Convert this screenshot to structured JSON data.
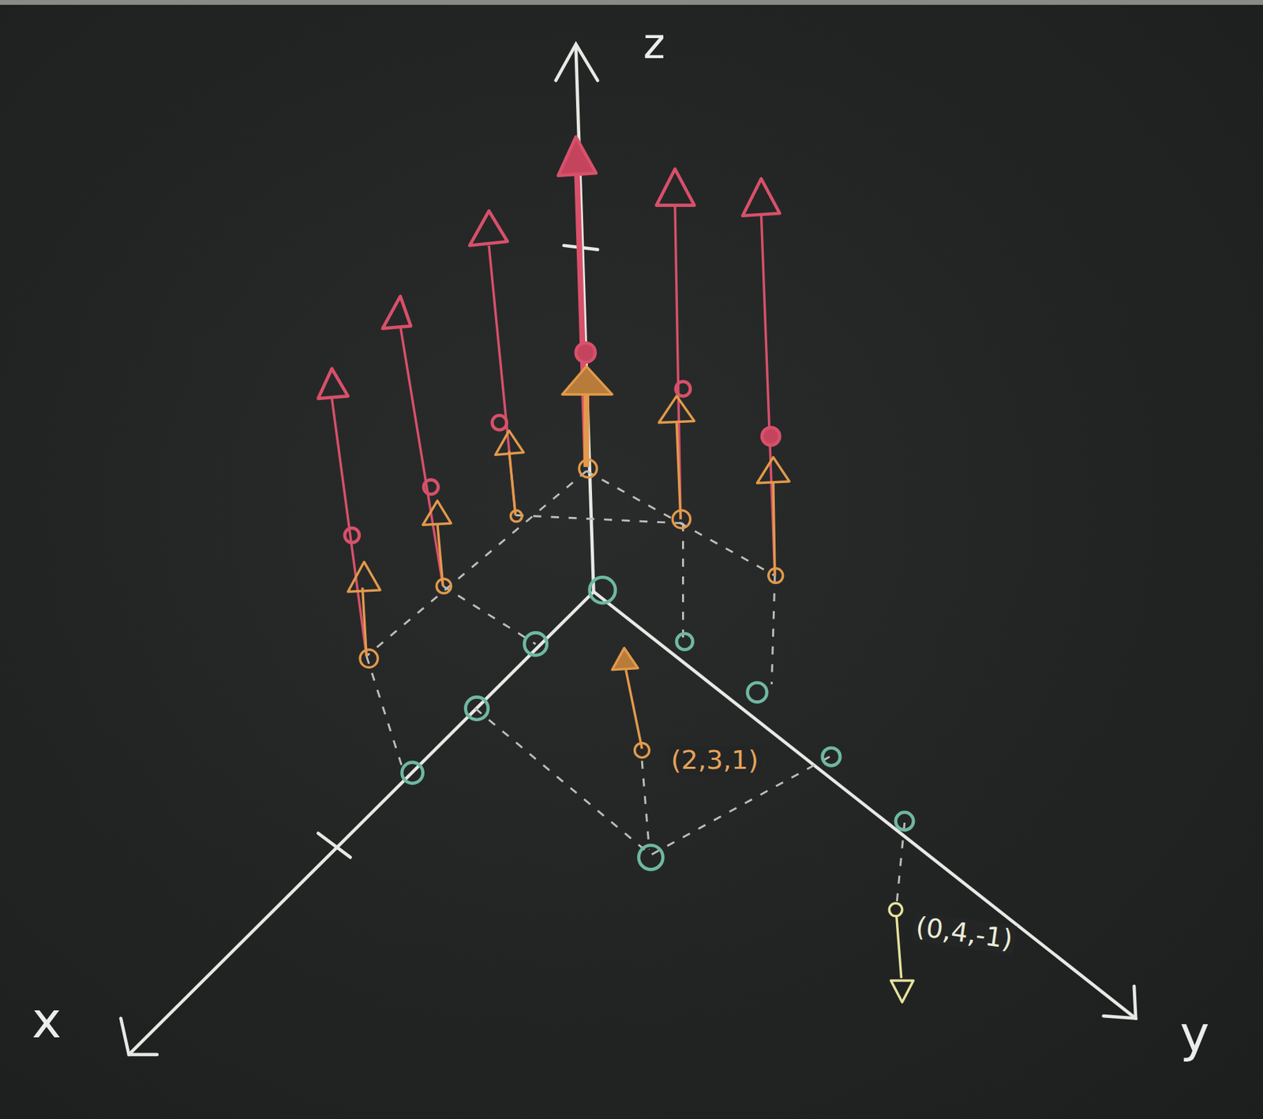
{
  "diagram": {
    "labels": [
      "z",
      "x",
      "y",
      "(2,3,1)",
      "(0,4,-1)"
    ]
  }
}
